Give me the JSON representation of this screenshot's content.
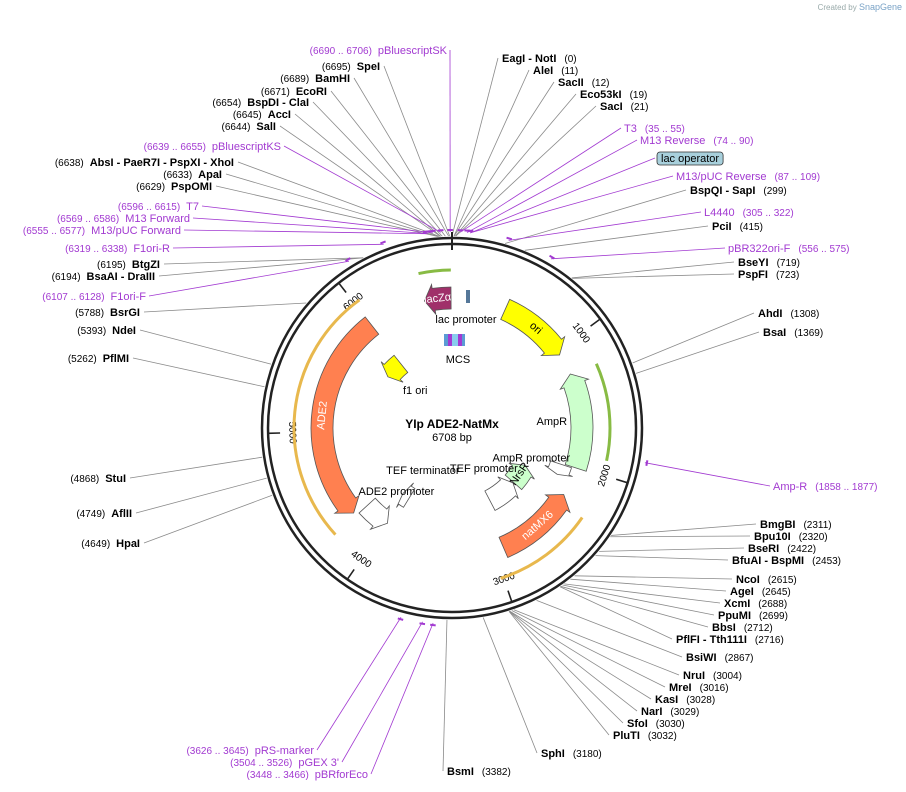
{
  "credit": {
    "prefix": "Created by",
    "brand": "SnapGene"
  },
  "plasmid": {
    "name": "YIp ADE2-NatMx",
    "length_label": "6708 bp",
    "length": 6708
  },
  "ticks": [
    {
      "pos": 1000,
      "label": "1000"
    },
    {
      "pos": 2000,
      "label": "2000"
    },
    {
      "pos": 3000,
      "label": "3000"
    },
    {
      "pos": 4000,
      "label": "4000"
    },
    {
      "pos": 5000,
      "label": "5000"
    },
    {
      "pos": 6000,
      "label": "6000"
    }
  ],
  "features": [
    {
      "name": "lacZα",
      "start": 6480,
      "end": 6700,
      "strand": -1,
      "ring": 1,
      "color": "#a0306a",
      "label_inside": true,
      "label_color": "#ffffff"
    },
    {
      "name": "ori",
      "start": 450,
      "end": 1040,
      "strand": 1,
      "ring": 1,
      "color": "#ffff00",
      "label_inside": true,
      "label_color": "#000000"
    },
    {
      "name": "AmpR",
      "start": 1220,
      "end": 2010,
      "strand": -1,
      "ring": 1,
      "color": "#ccffcc",
      "label_inside": false,
      "label_color": "#000000"
    },
    {
      "name": "natMX6",
      "start": 2250,
      "end": 2920,
      "strand": -1,
      "ring": 1,
      "color": "#ff8050",
      "label_inside": true,
      "label_color": "#ffffff"
    },
    {
      "name": "ADE2",
      "start": 4270,
      "end": 6000,
      "strand": -1,
      "ring": 1,
      "color": "#ff8050",
      "label_inside": true,
      "label_color": "#ffffff"
    },
    {
      "name": "f1 ori",
      "start": 5750,
      "end": 5990,
      "strand": -1,
      "ring": 3,
      "color": "#ffff00",
      "label_inside": false,
      "label_color": "#000000"
    },
    {
      "name": "AmpR promoter",
      "start": 2020,
      "end": 2120,
      "strand": 1,
      "ring": 2,
      "color": "#ffffff",
      "label_inside": false,
      "label_color": "#000000"
    },
    {
      "name": "NrsR",
      "start": 2180,
      "end": 2450,
      "strand": -1,
      "ring": 3,
      "color": "#ccffcc",
      "label_inside": true,
      "label_color": "#000000"
    },
    {
      "name": "TEF promoter",
      "start": 2460,
      "end": 2840,
      "strand": -1,
      "ring": 3,
      "color": "#ffffff",
      "label_inside": false,
      "label_color": "#000000"
    },
    {
      "name": "TEF terminator",
      "start": 3940,
      "end": 4040,
      "strand": 1,
      "ring": 3,
      "color": "#ffffff",
      "label_inside": false,
      "label_color": "#000000"
    },
    {
      "name": "ADE2 promoter",
      "start": 3990,
      "end": 4240,
      "strand": -1,
      "ring": 2,
      "color": "#ffffff",
      "label_inside": false,
      "label_color": "#000000"
    }
  ],
  "inner_labels": [
    {
      "name": "lac promoter"
    },
    {
      "name": "MCS"
    }
  ],
  "enzymes_right": [
    {
      "name": "EagI  - NotI",
      "num": "(0)",
      "pos": 0
    },
    {
      "name": "AleI",
      "num": "(11)",
      "pos": 11
    },
    {
      "name": "SacII",
      "num": "(12)",
      "pos": 12
    },
    {
      "name": "Eco53kI",
      "num": "(19)",
      "pos": 19
    },
    {
      "name": "SacI",
      "num": "(21)",
      "pos": 21
    },
    {
      "name": "BspQI  - SapI",
      "num": "(299)",
      "pos": 299
    },
    {
      "name": "PciI",
      "num": "(415)",
      "pos": 415
    },
    {
      "name": "BseYI",
      "num": "(719)",
      "pos": 719
    },
    {
      "name": "PspFI",
      "num": "(723)",
      "pos": 723
    },
    {
      "name": "AhdI",
      "num": "(1308)",
      "pos": 1308
    },
    {
      "name": "BsaI",
      "num": "(1369)",
      "pos": 1369
    },
    {
      "name": "BmgBI",
      "num": "(2311)",
      "pos": 2311
    },
    {
      "name": "Bpu10I",
      "num": "(2320)",
      "pos": 2320
    },
    {
      "name": "BseRI",
      "num": "(2422)",
      "pos": 2422
    },
    {
      "name": "BfuAI  - BspMI",
      "num": "(2453)",
      "pos": 2453
    },
    {
      "name": "NcoI",
      "num": "(2615)",
      "pos": 2615
    },
    {
      "name": "AgeI",
      "num": "(2645)",
      "pos": 2645
    },
    {
      "name": "XcmI",
      "num": "(2688)",
      "pos": 2688
    },
    {
      "name": "PpuMI",
      "num": "(2699)",
      "pos": 2699
    },
    {
      "name": "BbsI",
      "num": "(2712)",
      "pos": 2712
    },
    {
      "name": "PflFI  - Tth111I",
      "num": "(2716)",
      "pos": 2716
    },
    {
      "name": "BsiWI",
      "num": "(2867)",
      "pos": 2867
    },
    {
      "name": "NruI",
      "num": "(3004)",
      "pos": 3004
    },
    {
      "name": "MreI",
      "num": "(3016)",
      "pos": 3016
    },
    {
      "name": "KasI",
      "num": "(3028)",
      "pos": 3028
    },
    {
      "name": "NarI",
      "num": "(3029)",
      "pos": 3029
    },
    {
      "name": "SfoI",
      "num": "(3030)",
      "pos": 3030
    },
    {
      "name": "PluTI",
      "num": "(3032)",
      "pos": 3032
    },
    {
      "name": "SphI",
      "num": "(3180)",
      "pos": 3180
    },
    {
      "name": "BsmI",
      "num": "(3382)",
      "pos": 3382
    }
  ],
  "enzymes_left": [
    {
      "name": "SpeI",
      "num": "(6695)",
      "pos": 6695
    },
    {
      "name": "BamHI",
      "num": "(6689)",
      "pos": 6689
    },
    {
      "name": "EcoRI",
      "num": "(6671)",
      "pos": 6671
    },
    {
      "name": "BspDI  - ClaI",
      "num": "(6654)",
      "pos": 6654
    },
    {
      "name": "AccI",
      "num": "(6645)",
      "pos": 6645
    },
    {
      "name": "SalI",
      "num": "(6644)",
      "pos": 6644
    },
    {
      "name": "AbsI  - PaeR7I  - PspXI  - XhoI",
      "num": "(6638)",
      "pos": 6638
    },
    {
      "name": "ApaI",
      "num": "(6633)",
      "pos": 6633
    },
    {
      "name": "PspOMI",
      "num": "(6629)",
      "pos": 6629
    },
    {
      "name": "BtgZI",
      "num": "(6195)",
      "pos": 6195
    },
    {
      "name": "BsaAI  - DraIII",
      "num": "(6194)",
      "pos": 6194
    },
    {
      "name": "BsrGI",
      "num": "(5788)",
      "pos": 5788
    },
    {
      "name": "NdeI",
      "num": "(5393)",
      "pos": 5393
    },
    {
      "name": "PflMI",
      "num": "(5262)",
      "pos": 5262
    },
    {
      "name": "StuI",
      "num": "(4868)",
      "pos": 4868
    },
    {
      "name": "AflII",
      "num": "(4749)",
      "pos": 4749
    },
    {
      "name": "HpaI",
      "num": "(4649)",
      "pos": 4649
    }
  ],
  "primers": [
    {
      "name": "pBluescriptSK",
      "range": "(6690 .. 6706)",
      "pos": 6698,
      "side": "top"
    },
    {
      "name": "T3",
      "range": "(35 .. 55)",
      "pos": 45,
      "side": "right"
    },
    {
      "name": "M13 Reverse",
      "range": "(74 .. 90)",
      "pos": 82,
      "side": "right"
    },
    {
      "name": "lac operator",
      "range": "",
      "pos": 100,
      "side": "right",
      "boxed": true
    },
    {
      "name": "M13/pUC Reverse",
      "range": "(87 .. 109)",
      "pos": 98,
      "side": "right"
    },
    {
      "name": "L4440",
      "range": "(305 .. 322)",
      "pos": 313,
      "side": "right"
    },
    {
      "name": "pBR322ori-F",
      "range": "(556 .. 575)",
      "pos": 565,
      "side": "right"
    },
    {
      "name": "Amp-R",
      "range": "(1858 .. 1877)",
      "pos": 1867,
      "side": "right"
    },
    {
      "name": "pBluescriptKS",
      "range": "(6639 .. 6655)",
      "pos": 6647,
      "side": "left"
    },
    {
      "name": "T7",
      "range": "(6596 .. 6615)",
      "pos": 6605,
      "side": "left"
    },
    {
      "name": "M13 Forward",
      "range": "(6569 .. 6586)",
      "pos": 6577,
      "side": "left"
    },
    {
      "name": "M13/pUC Forward",
      "range": "(6555 .. 6577)",
      "pos": 6566,
      "side": "left"
    },
    {
      "name": "F1ori-R",
      "range": "(6319 .. 6338)",
      "pos": 6328,
      "side": "left"
    },
    {
      "name": "F1ori-F",
      "range": "(6107 .. 6128)",
      "pos": 6117,
      "side": "left"
    },
    {
      "name": "pRS-marker",
      "range": "(3626 .. 3645)",
      "pos": 3635,
      "side": "bottom"
    },
    {
      "name": "pGEX 3'",
      "range": "(3504 .. 3526)",
      "pos": 3515,
      "side": "bottom"
    },
    {
      "name": "pBRforEco",
      "range": "(3448 .. 3466)",
      "pos": 3457,
      "side": "bottom"
    }
  ],
  "colors": {
    "backbone": "#222222",
    "primer": "#a23ad1",
    "leader": "#8a8a8a",
    "orf_border": "#e8b84d"
  }
}
